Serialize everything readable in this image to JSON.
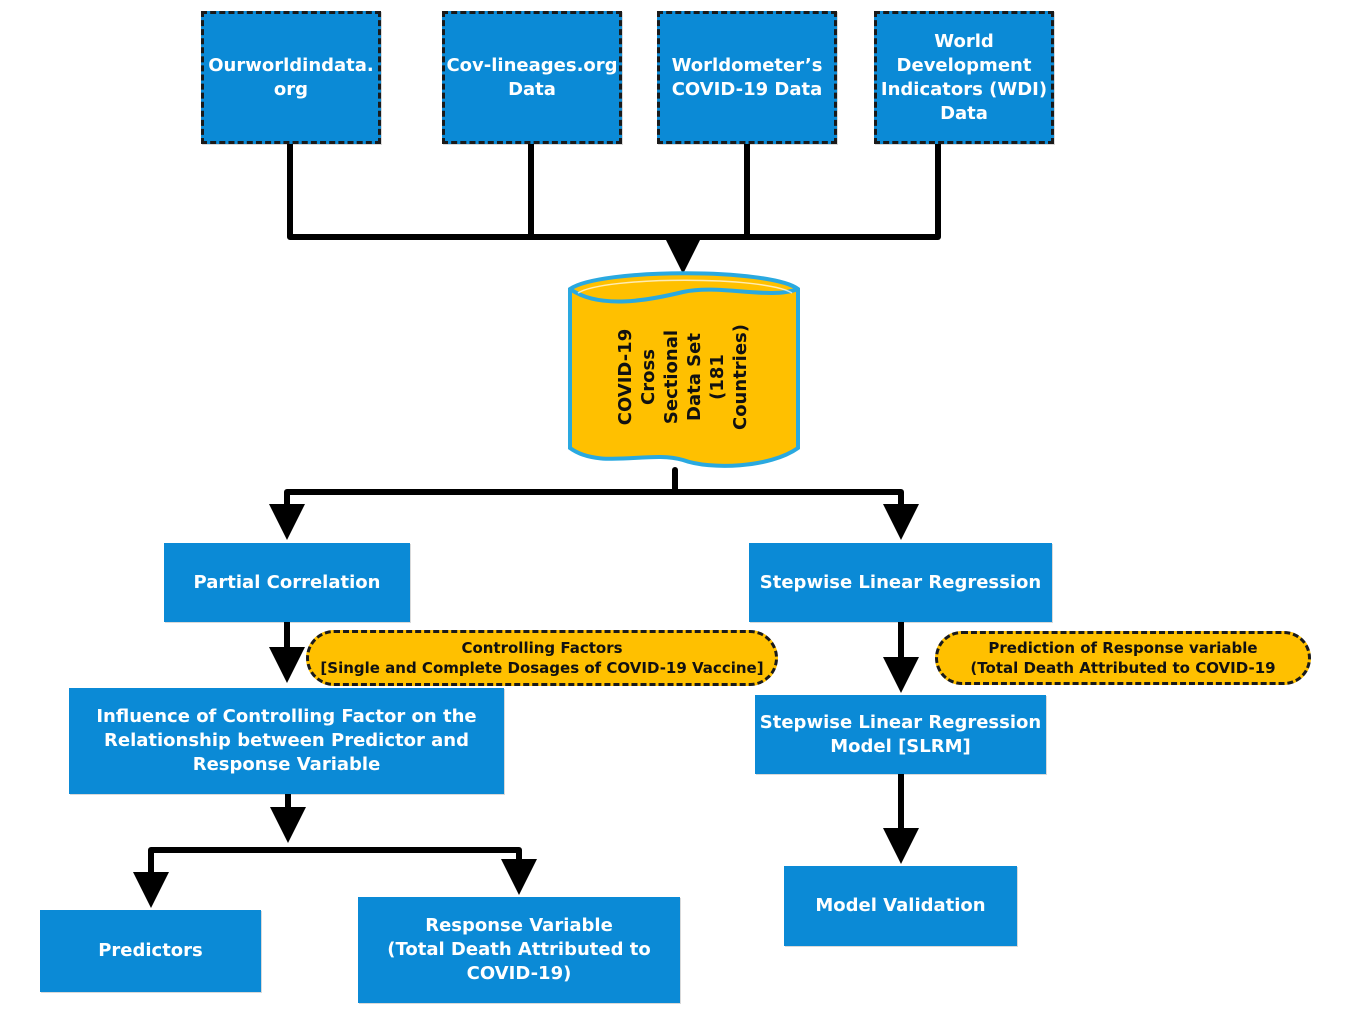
{
  "sources": [
    {
      "id": "ourworldindata",
      "lines": [
        "Ourworldindata.",
        "org"
      ]
    },
    {
      "id": "cov-lineages",
      "lines": [
        "Cov-lineages.org",
        "Data"
      ]
    },
    {
      "id": "worldometer",
      "lines": [
        "Worldometer’s",
        "COVID-19 Data"
      ]
    },
    {
      "id": "wdi",
      "lines": [
        "World",
        "Development",
        "Indicators (WDI)",
        "Data"
      ]
    }
  ],
  "dataset": {
    "lines": [
      "COVID-19",
      "Cross",
      "Sectional",
      "Data Set",
      "(181",
      "Countries)"
    ]
  },
  "partial_correlation": {
    "label": "Partial Correlation"
  },
  "stepwise_regression": {
    "label": "Stepwise Linear Regression"
  },
  "controlling_factors": {
    "lines": [
      "Controlling Factors",
      "[Single and Complete Dosages of COVID-19 Vaccine]"
    ]
  },
  "prediction_note": {
    "lines": [
      "Prediction of Response variable",
      "(Total Death Attributed to COVID-19"
    ]
  },
  "influence": {
    "lines": [
      "Influence of  Controlling  Factor on the",
      "Relationship between Predictor and",
      "Response Variable"
    ]
  },
  "slrm": {
    "lines": [
      "Stepwise Linear Regression",
      "Model [SLRM]"
    ]
  },
  "predictors": {
    "label": "Predictors"
  },
  "response_variable": {
    "lines": [
      "Response Variable",
      "(Total Death Attributed to",
      "COVID-19)"
    ]
  },
  "model_validation": {
    "label": "Model Validation"
  },
  "colors": {
    "box_blue": "#0b8ad6",
    "cylinder_yellow": "#ffc000",
    "cylinder_outline": "#2aa9e0",
    "note_yellow": "#ffc000",
    "connector": "#000000"
  }
}
